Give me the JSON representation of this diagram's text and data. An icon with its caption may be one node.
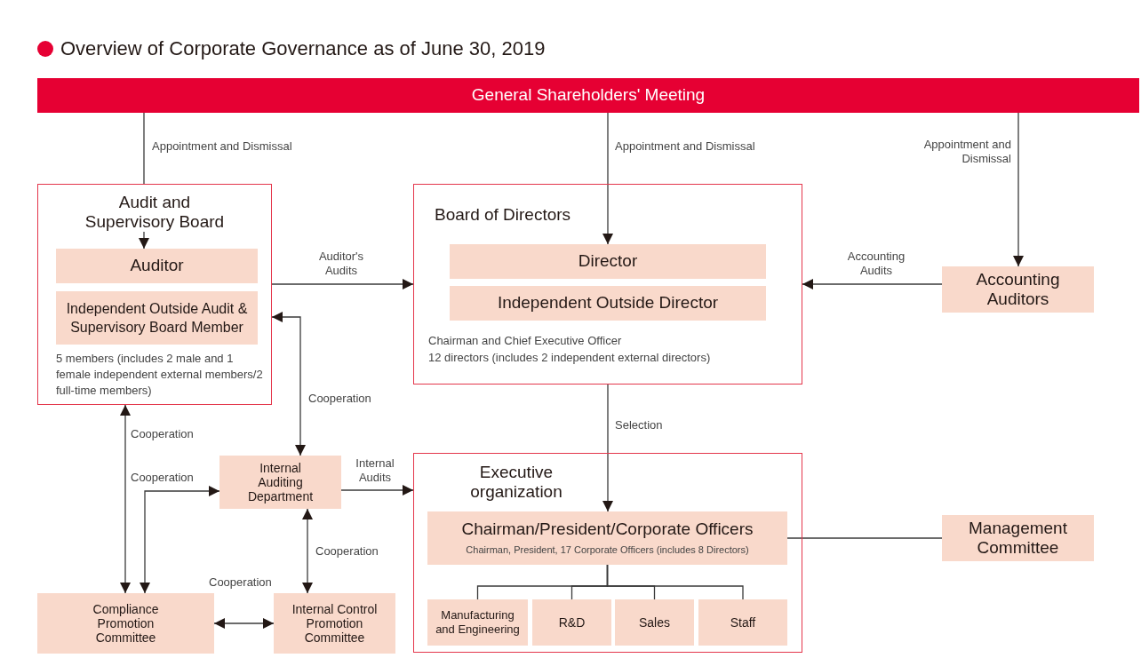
{
  "diagram": {
    "title": "Overview of Corporate Governance as of June 30, 2019",
    "nodes": [
      {
        "text": [
          "General Shareholders' Meeting"
        ]
      },
      {
        "text": [
          "5 members (includes 2 male and 1 female independent external members/2 full-time members)"
        ]
      },
      {
        "text": [
          "Audit and Supervisory Board"
        ],
        "in": 1
      },
      {
        "text": [
          "Auditor"
        ],
        "in": 1
      },
      {
        "text": [
          "Independent Outside Audit & Supervisory Board Member"
        ],
        "in": 1
      },
      {
        "text": [
          "Board of Directors",
          "Chairman and Chief Executive Officer",
          "12 directors (includes 2 independent external directors)"
        ]
      },
      {
        "text": [
          "Director"
        ],
        "in": 5
      },
      {
        "text": [
          "Independent Outside Director"
        ],
        "in": 5
      },
      {
        "text": [
          "Accounting Auditors"
        ]
      },
      {
        "text": [
          "Internal Auditing Department"
        ]
      },
      {
        "text": [
          "Executive organization"
        ]
      },
      {
        "text": [
          "Chairman/President/Corporate Officers",
          "Chairman, President, 17 Corporate Officers (includes 8 Directors)"
        ],
        "in": 10
      },
      {
        "text": [
          "Manufacturing and Engineering"
        ],
        "in": 10
      },
      {
        "text": [
          "R&D"
        ],
        "in": 10
      },
      {
        "text": [
          "Sales"
        ],
        "in": 10
      },
      {
        "text": [
          "Staff"
        ],
        "in": 10
      },
      {
        "text": [
          "Management Committee"
        ]
      },
      {
        "text": [
          "Compliance Promotion Committee"
        ]
      },
      {
        "text": [
          "Internal Control Promotion Committee"
        ]
      }
    ],
    "edges": [
      {
        "from": 0,
        "to": 1,
        "arrow": "none",
        "label": "Appointment and Dismissal"
      },
      {
        "from": 2,
        "to": 3,
        "arrow": "to"
      },
      {
        "from": 0,
        "to": 6,
        "arrow": "to",
        "label": "Appointment and Dismissal"
      },
      {
        "from": 0,
        "to": 8,
        "arrow": "to",
        "label": "Appointment and Dismissal"
      },
      {
        "from": 1,
        "to": 5,
        "arrow": "to",
        "label": "Auditor's Audits"
      },
      {
        "from": 8,
        "to": 5,
        "arrow": "to",
        "label": "Accounting Audits"
      },
      {
        "from": 5,
        "to": 11,
        "arrow": "to",
        "label": "Selection"
      },
      {
        "from": 9,
        "to": 1,
        "arrow": "both",
        "label": "Cooperation"
      },
      {
        "from": 1,
        "to": 17,
        "arrow": "both",
        "label": "Cooperation"
      },
      {
        "from": 9,
        "to": 17,
        "arrow": "both",
        "label": "Cooperation"
      },
      {
        "from": 9,
        "to": 18,
        "arrow": "both",
        "label": "Cooperation"
      },
      {
        "from": 17,
        "to": 18,
        "arrow": "both",
        "label": "Cooperation"
      },
      {
        "from": 9,
        "to": 10,
        "arrow": "to",
        "label": "Internal Audits"
      },
      {
        "from": 11,
        "to": 16,
        "arrow": "none"
      },
      {
        "from": 11,
        "to": 12,
        "arrow": "none"
      },
      {
        "from": 11,
        "to": 13,
        "arrow": "none"
      },
      {
        "from": 11,
        "to": 14,
        "arrow": "none"
      },
      {
        "from": 11,
        "to": 15,
        "arrow": "none"
      }
    ]
  }
}
